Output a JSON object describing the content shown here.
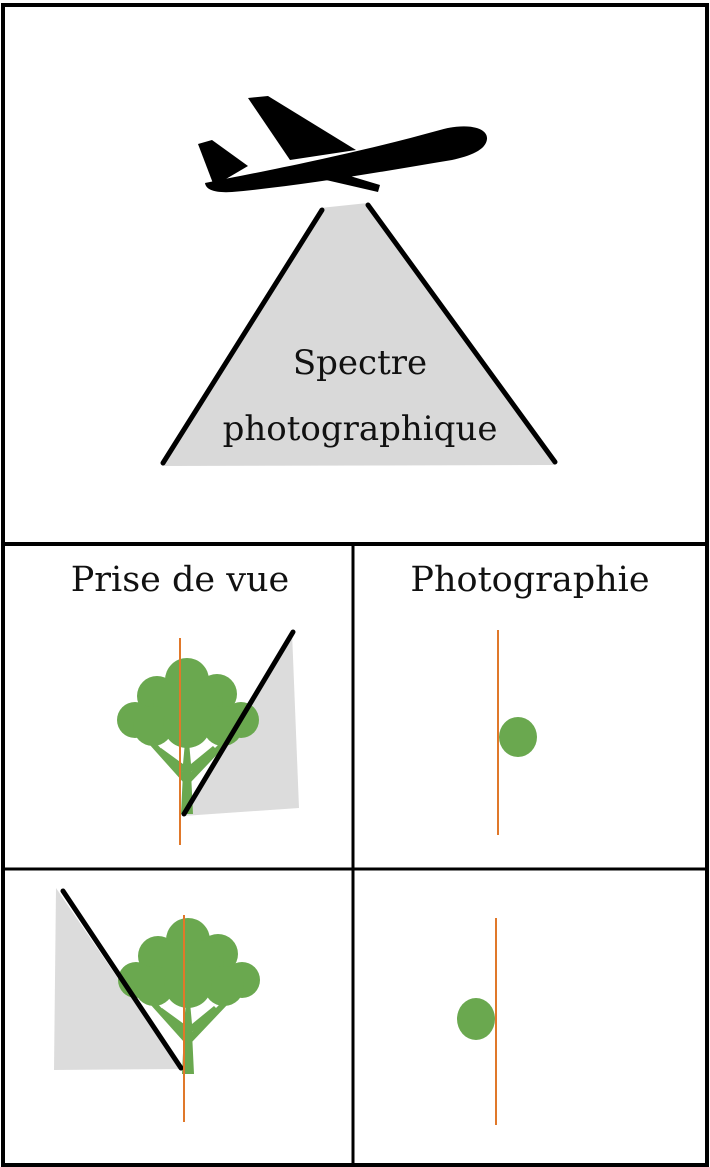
{
  "cone_label": {
    "line1": "Spectre",
    "line2": "photographique"
  },
  "columns": {
    "left_title": "Prise de vue",
    "right_title": "Photographie"
  },
  "colors": {
    "frame": "#000000",
    "cone_fill": "#d9d9d9",
    "view_fill": "#dcdcdc",
    "tree_green": "#6aa84f",
    "axis_orange": "#e0782a",
    "airplane": "#000000"
  },
  "icons": {
    "airplane": "airplane-icon",
    "tree": "tree-icon",
    "photo_dot": "photo-dot-icon"
  }
}
